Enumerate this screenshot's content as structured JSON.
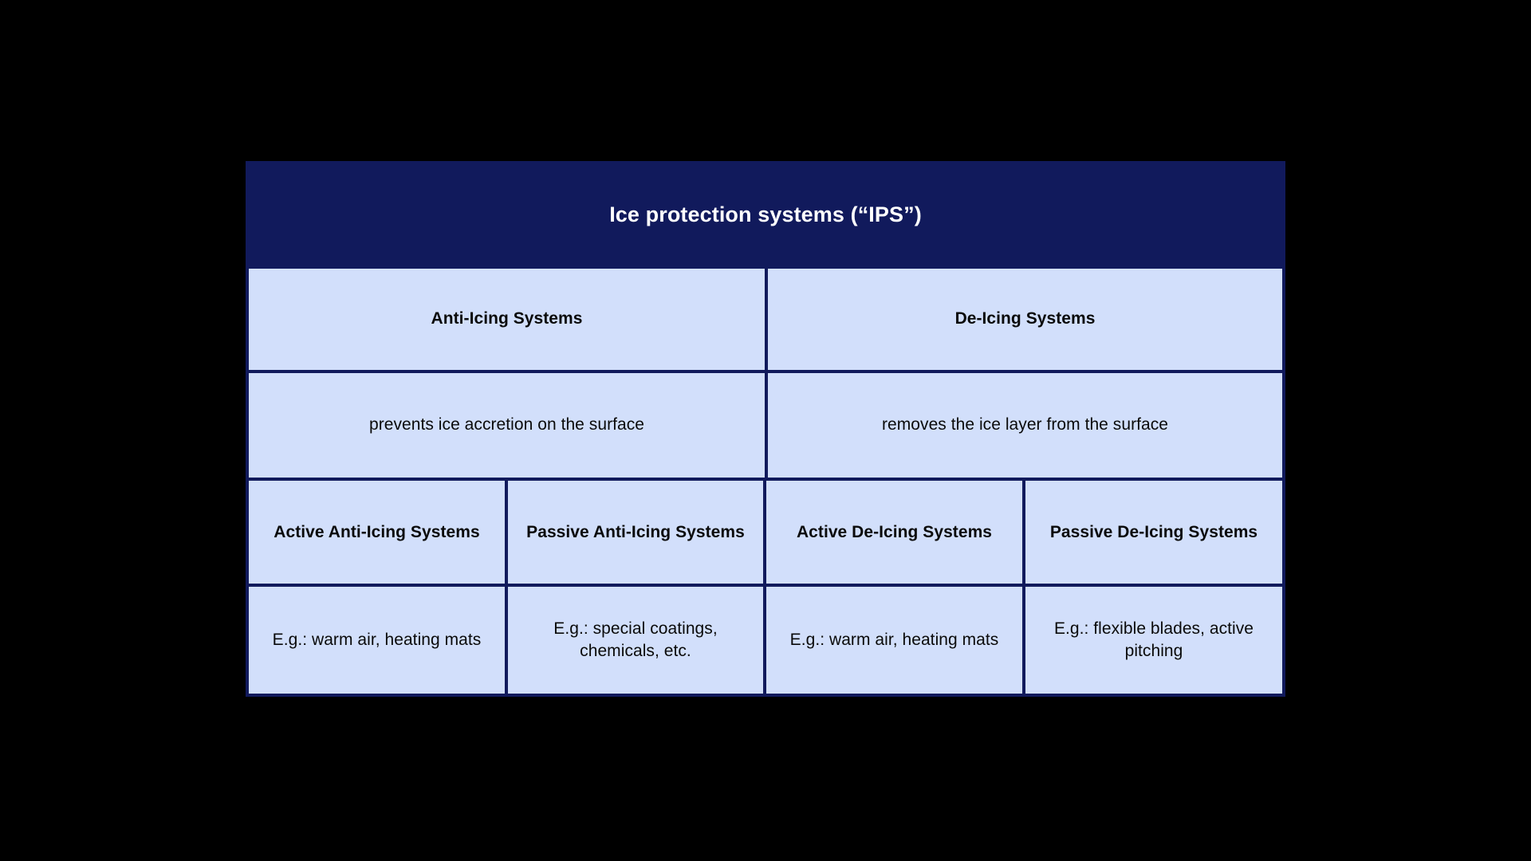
{
  "page": {
    "background_color": "#000000",
    "accent_navy": "#111a5c",
    "cell_blue": "#d2dffb",
    "text_color": "#0a0a0a",
    "header_text_color": "#ffffff"
  },
  "table": {
    "header": {
      "title": "Ice protection systems (“IPS”)"
    },
    "category_row": {
      "cells": [
        {
          "label": "Anti-Icing Systems"
        },
        {
          "label": "De-Icing Systems"
        }
      ]
    },
    "description_row": {
      "cells": [
        {
          "label": "prevents ice accretion on the surface"
        },
        {
          "label": "removes the ice layer from the surface"
        }
      ]
    },
    "subtype_row": {
      "cells": [
        {
          "label": "Active Anti-Icing Systems"
        },
        {
          "label": "Passive Anti-Icing Systems"
        },
        {
          "label": "Active De-Icing Systems"
        },
        {
          "label": "Passive De-Icing Systems"
        }
      ]
    },
    "example_row": {
      "cells": [
        {
          "label": "E.g.: warm air, heating mats"
        },
        {
          "label": "E.g.: special coatings, chemicals, etc."
        },
        {
          "label": "E.g.: warm air, heating mats"
        },
        {
          "label": "E.g.: flexible blades, active pitching"
        }
      ]
    }
  }
}
